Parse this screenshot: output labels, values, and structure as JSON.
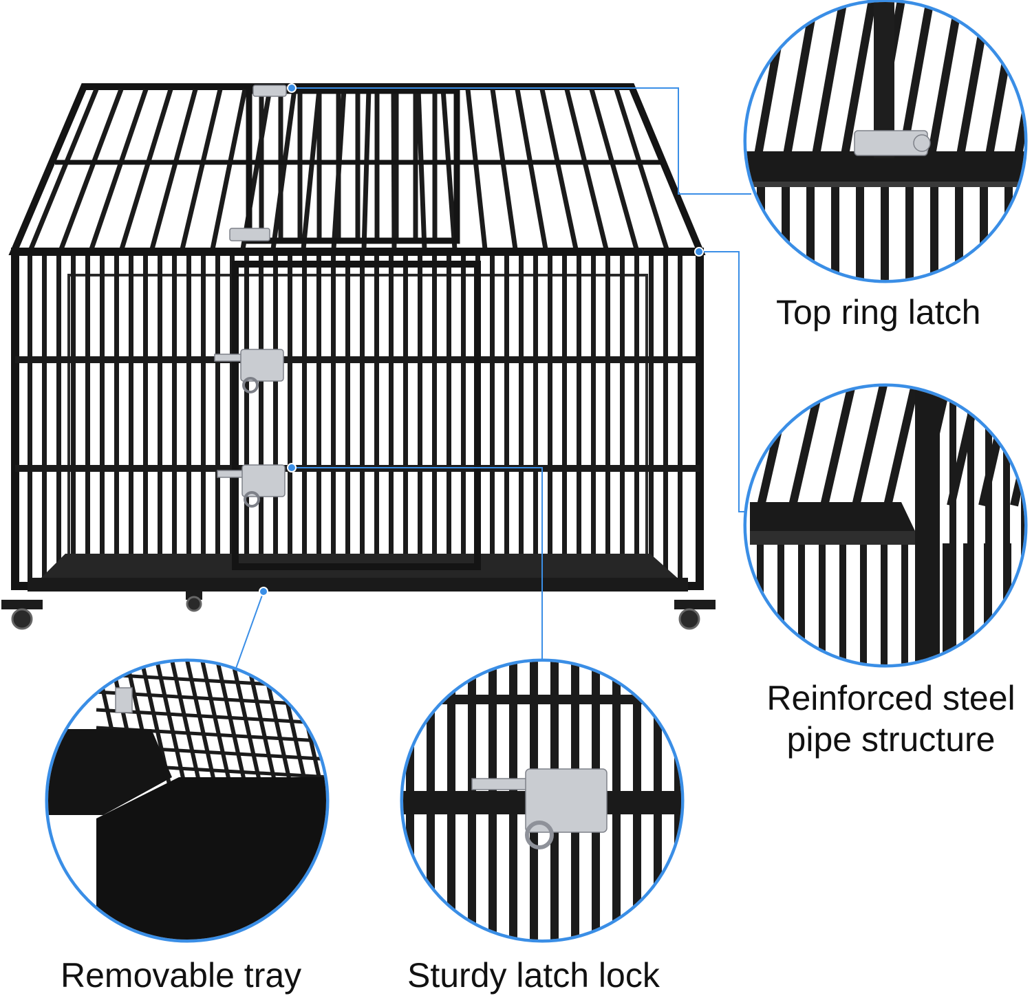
{
  "colors": {
    "accent": "#3a8ee6",
    "steel": "#1b1b1b",
    "latch_metal": "#c9ccd1",
    "background": "#ffffff"
  },
  "callouts": {
    "top_ring_latch": {
      "label": "Top ring latch"
    },
    "reinforced_pipe": {
      "label_line1": "Reinforced steel",
      "label_line2": "pipe structure"
    },
    "removable_tray": {
      "label": "Removable tray"
    },
    "sturdy_latch_lock": {
      "label": "Sturdy latch lock"
    }
  }
}
